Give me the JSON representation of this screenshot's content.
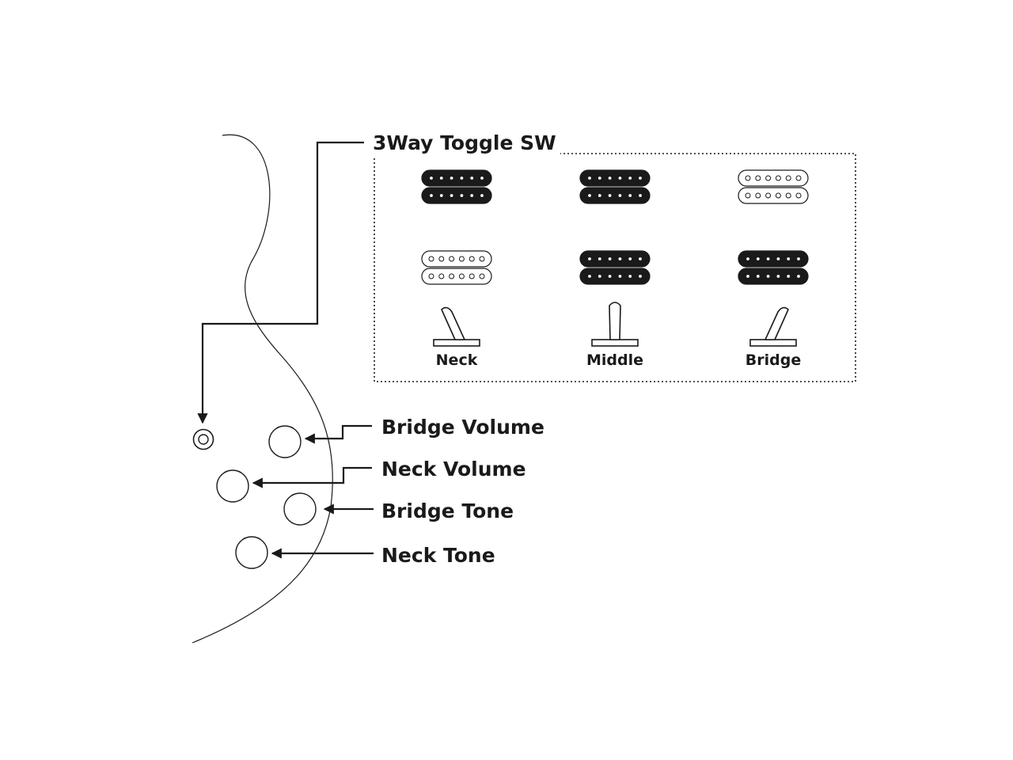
{
  "diagram": {
    "toggle_switch_label": "3Way Toggle SW",
    "positions": [
      {
        "label": "Neck",
        "bridge_pickup_active": true,
        "neck_pickup_active": false,
        "lever": "left"
      },
      {
        "label": "Middle",
        "bridge_pickup_active": true,
        "neck_pickup_active": true,
        "lever": "center"
      },
      {
        "label": "Bridge",
        "bridge_pickup_active": false,
        "neck_pickup_active": true,
        "lever": "right"
      }
    ],
    "controls": [
      {
        "label": "Bridge Volume"
      },
      {
        "label": "Neck Volume"
      },
      {
        "label": "Bridge Tone"
      },
      {
        "label": "Neck Tone"
      }
    ],
    "colors": {
      "ink": "#1a1a1a",
      "background": "#ffffff"
    }
  }
}
